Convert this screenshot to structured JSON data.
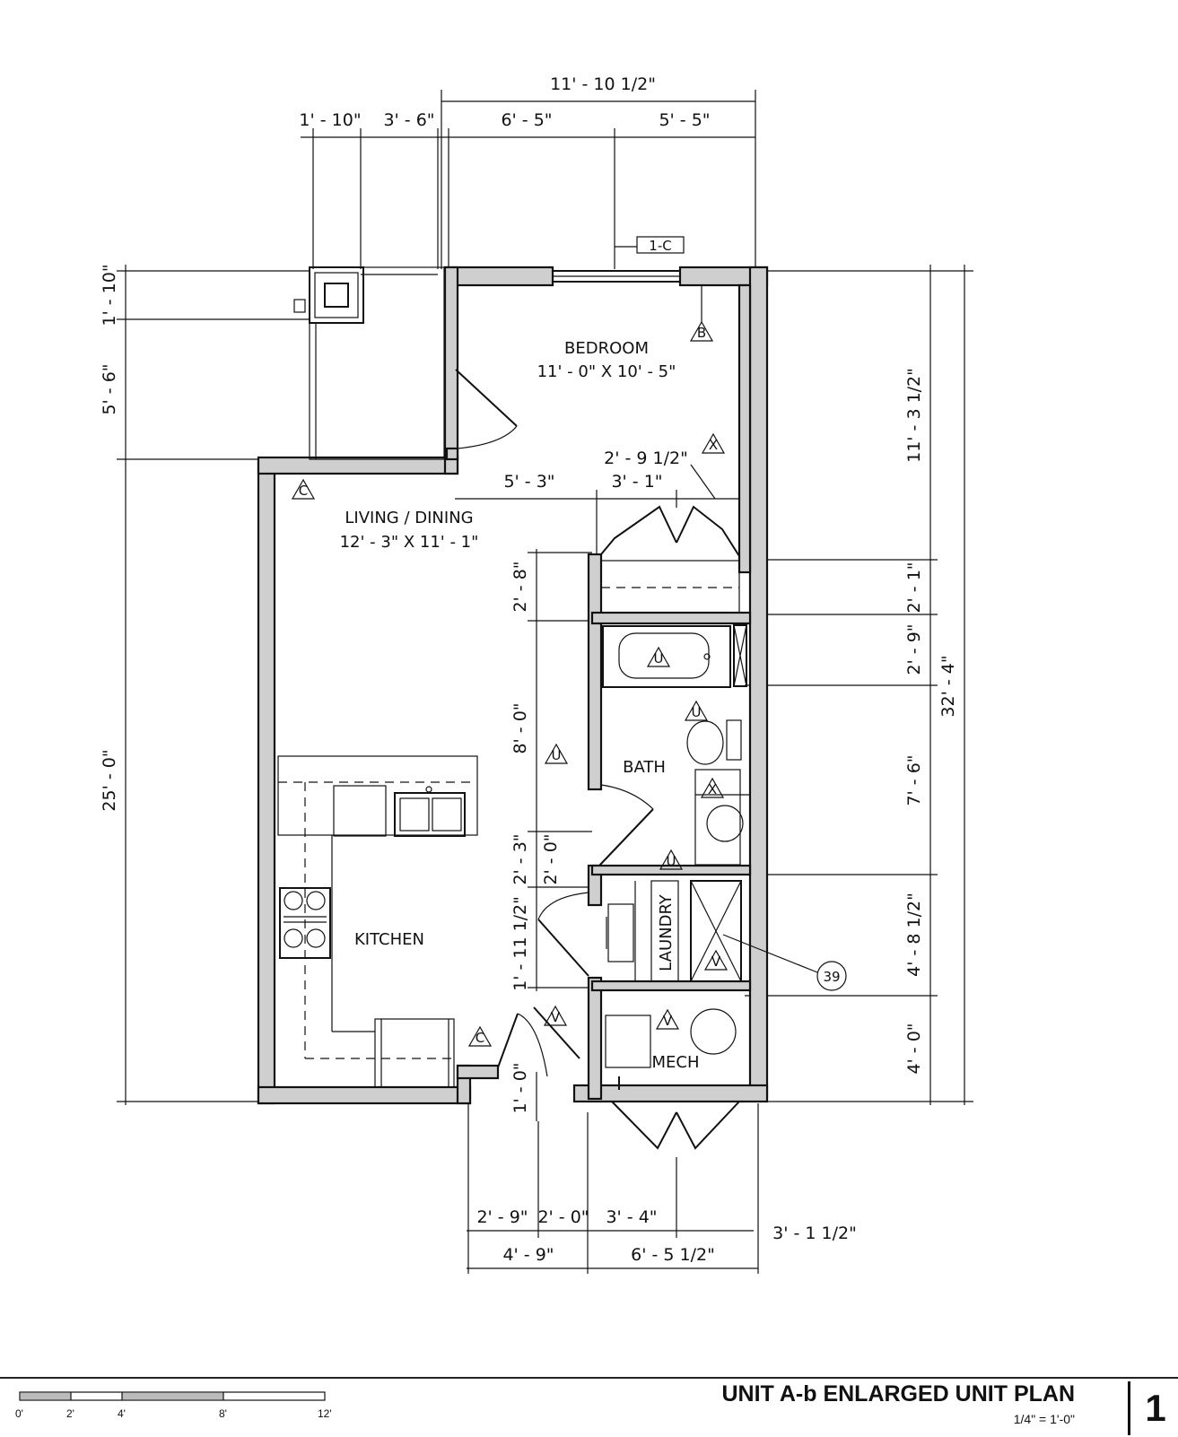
{
  "rooms": {
    "bedroom": {
      "name": "BEDROOM",
      "size": "11' - 0\" X 10' - 5\""
    },
    "living": {
      "name": "LIVING / DINING",
      "size": "12' - 3\" X 11' - 1\""
    },
    "kitchen": {
      "name": "KITCHEN"
    },
    "bath": {
      "name": "BATH"
    },
    "laundry": {
      "name": "LAUNDRY"
    },
    "mech": {
      "name": "MECH"
    }
  },
  "dimensions": {
    "top_overall": "11' - 10 1/2\"",
    "top_1": "1' - 10\"",
    "top_2": "3' - 6\"",
    "top_3": "6' - 5\"",
    "top_4": "5' - 5\"",
    "left_1": "1' - 10\"",
    "left_2": "5' - 6\"",
    "left_3": "25' - 0\"",
    "right_1": "11' - 3 1/2\"",
    "right_2": "2' - 1\"",
    "right_3": "2' - 9\"",
    "right_4": "7' - 6\"",
    "right_5": "4' - 8 1/2\"",
    "right_6": "4' - 0\"",
    "right_overall": "32' - 4\"",
    "inner_1": "2' - 9 1/2\"",
    "inner_2": "5' - 3\"",
    "inner_3": "3' - 1\"",
    "inner_4": "2' - 8\"",
    "inner_5": "8' - 0\"",
    "inner_6": "2' - 3\"",
    "inner_7": "2' - 0\"",
    "inner_8": "1' - 11 1/2\"",
    "inner_9": "1' - 0\"",
    "bottom_1": "2' - 9\"",
    "bottom_2": "2' - 0\"",
    "bottom_3": "3' - 4\"",
    "bottom_4": "3' - 1 1/2\"",
    "bottom_5": "4' - 9\"",
    "bottom_6": "6' - 5 1/2\""
  },
  "tags": {
    "elevation_ref": "1-C",
    "tag_b": "B",
    "tag_x1": "X",
    "tag_c1": "C",
    "tag_u1": "U",
    "tag_u2": "U",
    "tag_u3": "U",
    "tag_u4": "U",
    "tag_x2": "X",
    "tag_v1": "V",
    "tag_v2": "V",
    "tag_v3": "V",
    "tag_c2": "C",
    "keynote": "39"
  },
  "title_block": {
    "title": "UNIT A-b ENLARGED UNIT PLAN",
    "scale": "1/4\" = 1'-0\"",
    "sheet": "1",
    "bar_labels": [
      "0'",
      "2'",
      "4'",
      "8'",
      "12'"
    ]
  }
}
